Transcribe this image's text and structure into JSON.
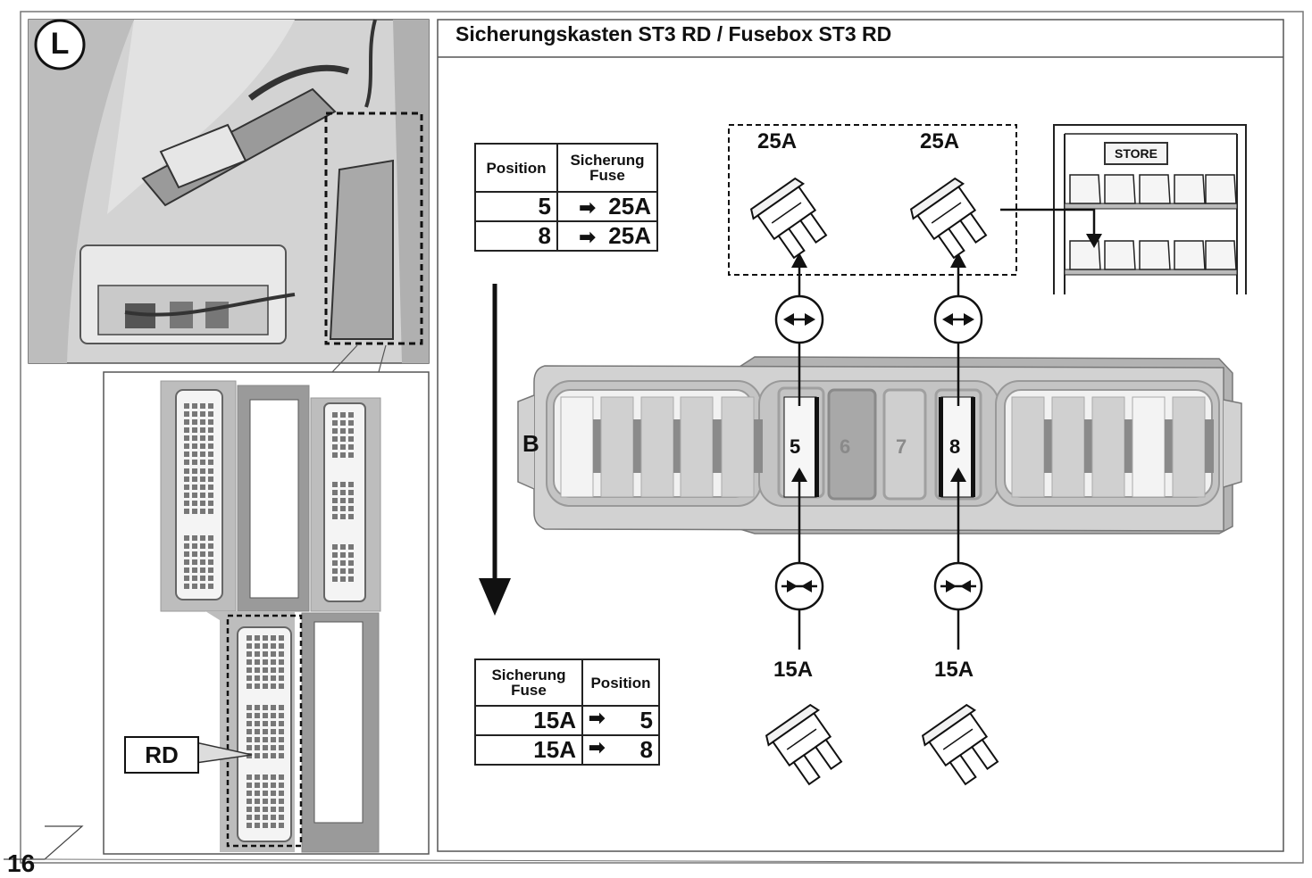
{
  "page_number": "16",
  "title": "Sicherungskasten ST3 RD / Fusebox ST3 RD",
  "location_badge": "L",
  "connector_label": "RD",
  "fusebox_side_label": "B",
  "store_label": "STORE",
  "table_remove": {
    "headers": [
      "Position",
      "Sicherung\nFuse"
    ],
    "rows": [
      {
        "position": "5",
        "fuse": "25A"
      },
      {
        "position": "8",
        "fuse": "25A"
      }
    ]
  },
  "table_insert": {
    "headers": [
      "Sicherung\nFuse",
      "Position"
    ],
    "rows": [
      {
        "fuse": "15A",
        "position": "5"
      },
      {
        "fuse": "15A",
        "position": "8"
      }
    ]
  },
  "slot_labels": [
    "5",
    "6",
    "7",
    "8"
  ],
  "removed_fuses": [
    "25A",
    "25A"
  ],
  "inserted_fuses": [
    "15A",
    "15A"
  ],
  "arrow_glyph": "➡",
  "colors": {
    "line": "#111111",
    "grey_light": "#d9d9d9",
    "grey_mid": "#b9b9b9",
    "grey_dark": "#8a8a8a"
  }
}
